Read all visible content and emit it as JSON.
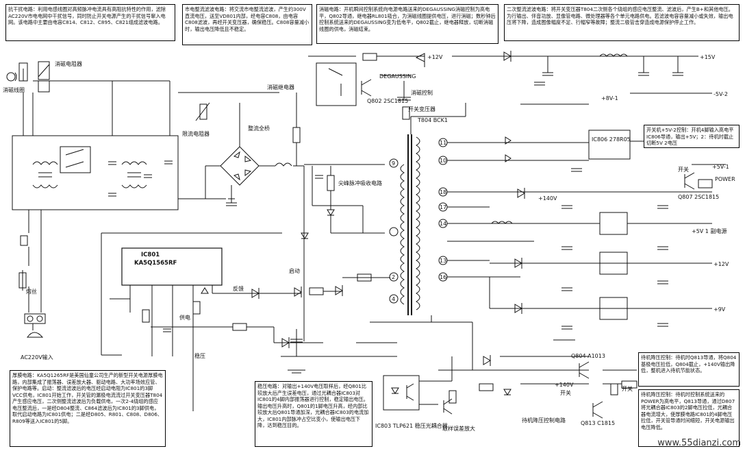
{
  "notes": {
    "anti_interference": "抗干扰电路：利用电感线圈对高频脉冲电流具有高阻抗特性的作用，滤除AC220V市电电网中干扰信号，同时防止开关电源产生的干扰信号窜入电网。该电路中主要由电容C814、C812、C895、C821组成滤波电路。",
    "rectifier": "市电整流滤波电路：将交流市电整流滤波，产生约300V直流电压，送至VD801内部，经电容C808，由电容C808滤波，再经开关变压器，确保稳压。C808容量减小时，输出电压降低且不稳定。",
    "degauss": "消磁电路：开机瞬间控制系统向电源电路送来的DEGAUSSING消磁控制为高电平，Q802导通，继电器RL801吸合，为消磁线圈提供电压，进行消磁；数秒钟后控制系统送来的DEGAUSSING变为低电平，Q802截止，继电器释放，切断消磁线圈的供电，消磁结束。",
    "secondary": "二次整流滤波电路：将开关变压器T804二次侧各个绕组的感应电压整流、滤波后，产生B+和其他电压。为行输出、伴音功放、显像管电路、微处理器等各个单元电路供电。若滤波电容容量减小或失效，输出电压将下降，造成图像幅度不足、行幅窄等故障；整流二极管击穿造成电源保护停止工作。",
    "standby": "开关机+5V-2控制：开机4脚输入高电平IC806导通，输出+5V；2：待机时截止切断5V 2电压",
    "thick_film": "厚膜电路：KA5Q1265RF是美国仙童公司生产的新型开关电源厚膜电路，内部集成了振荡器、误差放大器、驱动电路、大功率场效应管、保护电路等。启动：整流滤波后的电压经启动电阻为IC801的3脚VCC供电，IC801开始工作，开关管的漏极电流流过开关变压器T804产生感应电压，二次侧整流滤波后为负载供电，一次2-4绕组的感应电压整流后，一是经D804整流、C864滤波后为IC801的3脚供电，取代启动电路为IC801供电；二是经D805、R801、C808、D806、R809等送入IC801的5脚。",
    "regulator": "稳压电路：对输出+140V电压取样后，经Q801比较放大后产生误差电压，通过光耦合器IC803对IC801的4脚内部振荡器进行控制，稳定输出电压。输出电压升高时，Q801的1脚电压升高，经内部比较放大后Q801导通加深，光耦合器IC803的电流加大，IC801内部脉冲占空比变小，使输出电压下降，达到稳压目的。",
    "standby_ctrl": "待机降压控制：待机时Q813导通，将Q804基极电压拉低，Q804截止，+140V输出降低，整机进入待机节能状态。",
    "power_switch": "待机降压控制：待机时控制系统送来的POWER为高电平，Q813导通，通过D807将光耦合器IC803的2脚电压拉低，光耦合器电流增大，使厚膜电路IC801的4脚电压拉低，开关管导通时间缩短，开关电源输出电压降低。"
  },
  "labels": {
    "degauss_coil": "消磁线圈",
    "degauss_resistor": "消磁电阻器",
    "degauss_relay": "消磁继电器",
    "degauss_ctrl": "消磁控制",
    "bridge": "整流全桥",
    "thermistor": "限流电阻器",
    "spike": "尖峰脉冲吸收电路",
    "start": "启动",
    "feedback": "反馈",
    "supply": "供电",
    "stabilize": "稳压",
    "fuse": "熔丝",
    "ac_input": "AC220V输入",
    "xfmr": "开关变压器",
    "xfmr_ref": "T804 BCK1",
    "optocoupler": "IC803 TLP621 稳压光耦合器",
    "sample_amp": "取样误差放大",
    "standby_circuit": "待机降压控制电路",
    "sw1": "开关",
    "sw2": "开关",
    "sw3": "开关",
    "power": "POWER",
    "audio_power": "+5V 1 副电源",
    "ic801": "IC801",
    "ic801_part": "KA5Q1565RF",
    "ic806": "IC806 278R05",
    "degaussing": "DEGAUSSING",
    "q802": "Q802 2SC1815",
    "q807": "Q807 2SC1815",
    "q804": "Q804 A1013",
    "q813": "Q813 C1815",
    "watermark": "www.55dianzi.com"
  },
  "rails": [
    "+12V",
    "+15V",
    "-5V-2",
    "+8V-1",
    "+5V-1",
    "+140V",
    "+12V",
    "+9V",
    "+140V"
  ],
  "pins": [
    "9",
    "11",
    "10",
    "18",
    "17",
    "14",
    "13",
    "16",
    "2",
    "4"
  ]
}
